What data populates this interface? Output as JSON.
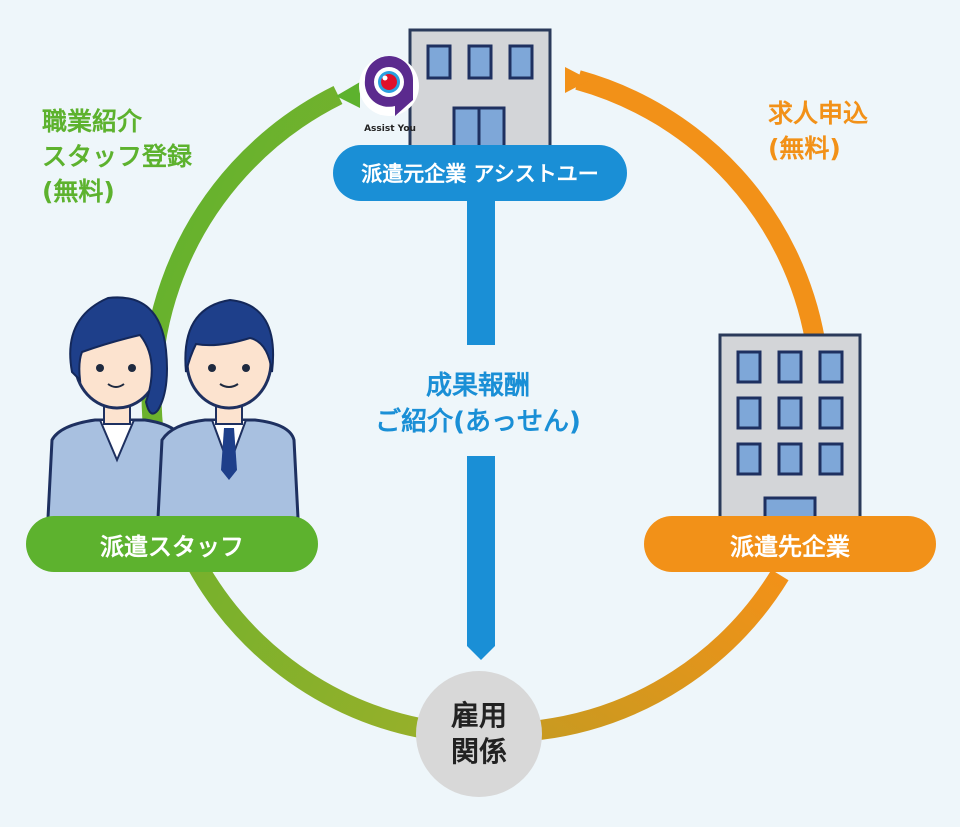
{
  "labels": {
    "job_seeker_side": "職業紹介\nスタッフ登録\n(無料)",
    "client_side": "求人申込\n(無料)",
    "center_line1": "成果報酬",
    "center_line2": "ご紹介(あっせん)"
  },
  "nodes": {
    "agency": "派遣元企業 アシストユー",
    "staff": "派遣スタッフ",
    "client": "派遣先企業",
    "employment_line1": "雇用",
    "employment_line2": "関係"
  },
  "logo": {
    "text": "Assist You"
  },
  "colors": {
    "background": "#eef6fa",
    "green": "#5db22e",
    "orange": "#f29118",
    "blue": "#1a8fd6",
    "grey_circle": "#d8d8d8"
  }
}
